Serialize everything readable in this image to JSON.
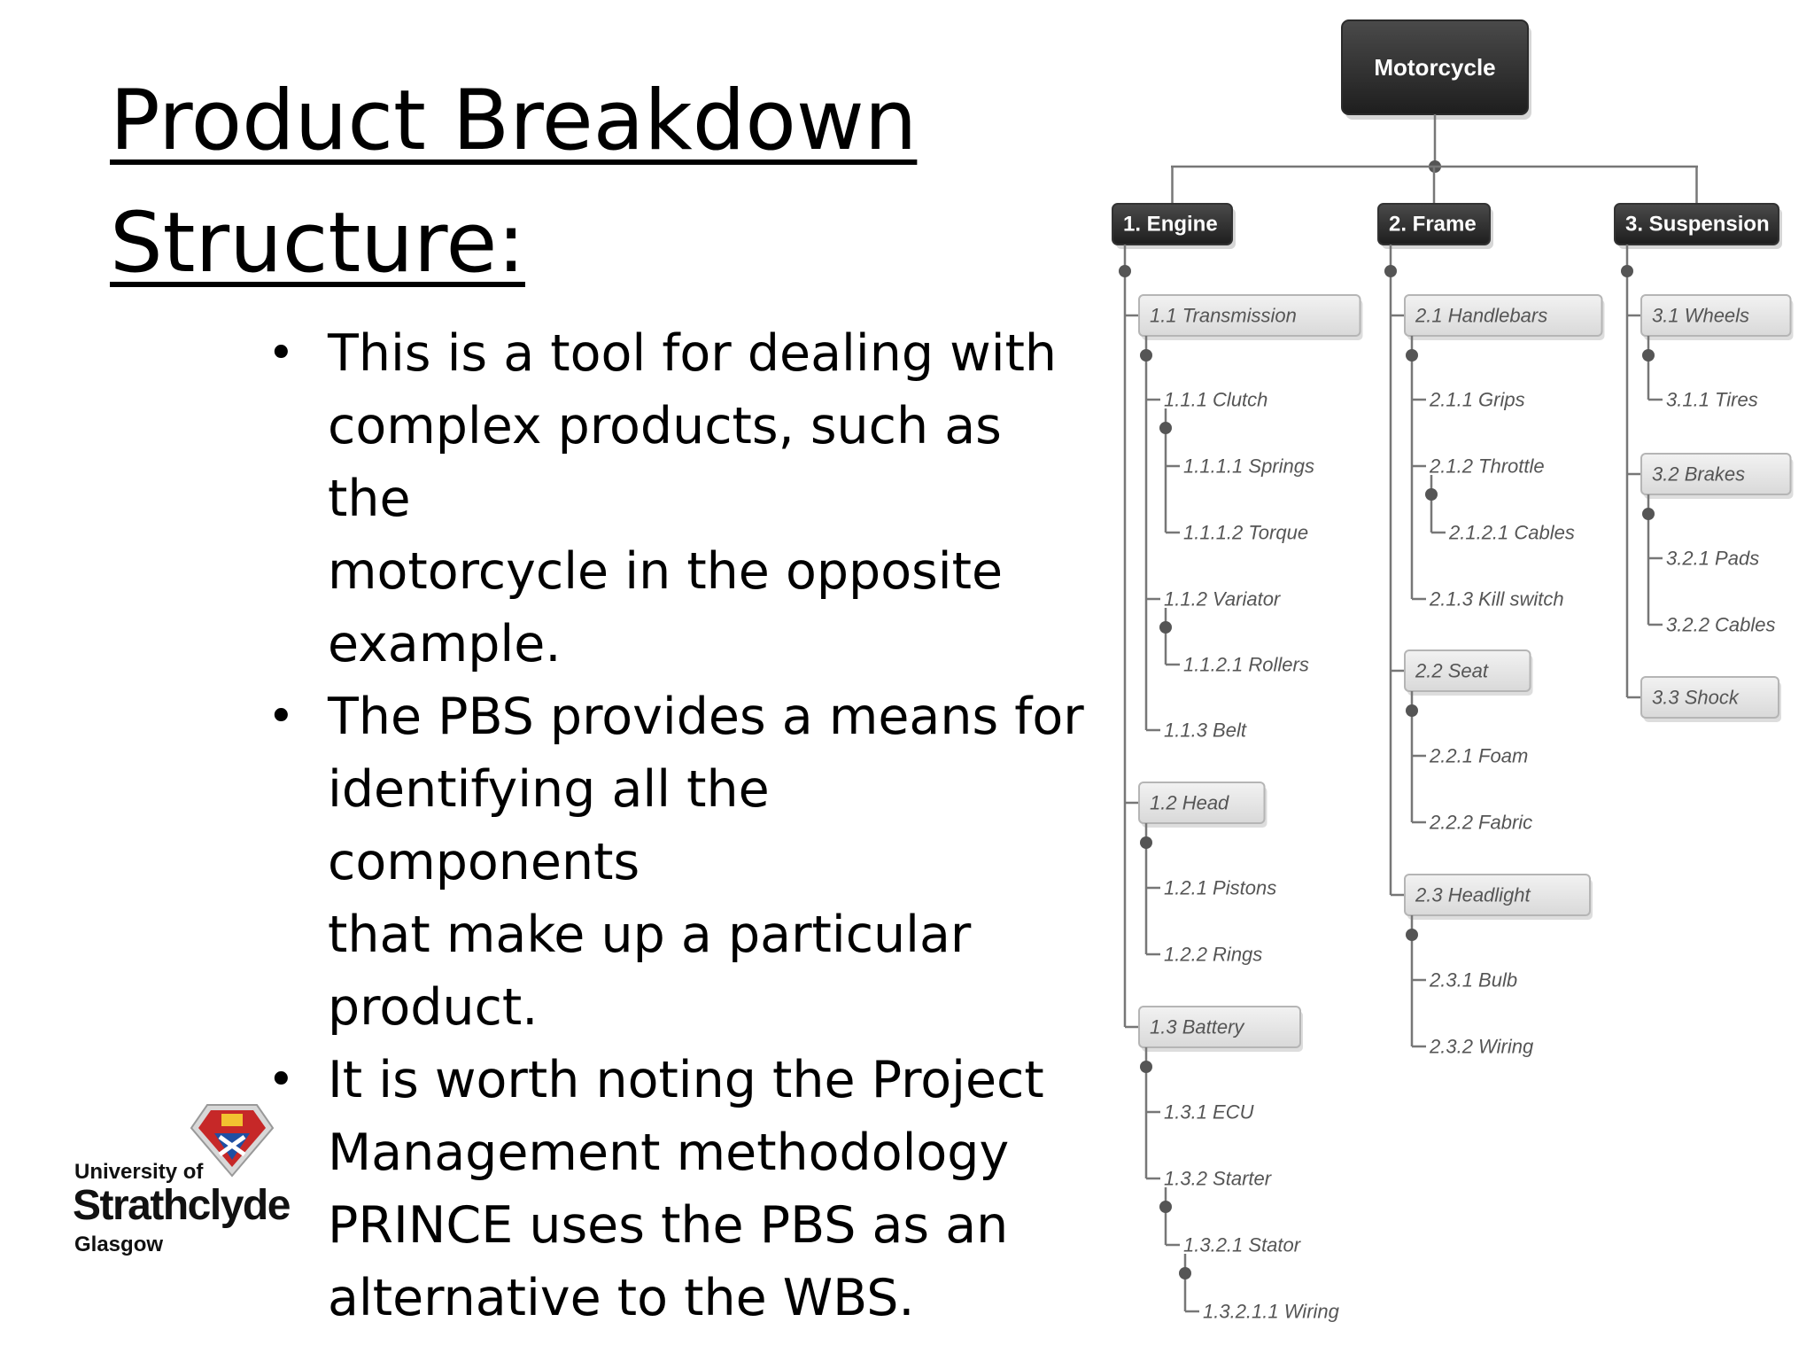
{
  "slide": {
    "title_line1": "Product Breakdown",
    "title_line2": "Structure:",
    "bullets": [
      {
        "lines": [
          "This is a tool for dealing with",
          "complex products, such as the",
          "motorcycle in the opposite",
          "example."
        ]
      },
      {
        "lines": [
          "The PBS provides a means for",
          "identifying all the components",
          "that make up a particular",
          "product."
        ]
      },
      {
        "lines": [
          "It is worth noting the Project",
          "Management methodology",
          "PRINCE uses the PBS as an",
          "alternative to the WBS."
        ]
      }
    ],
    "bullet_char": "•"
  },
  "logo": {
    "line1": "University of",
    "line2": "Strathclyde",
    "line3": "Glasgow"
  },
  "tree": {
    "root": "Motorcycle",
    "branches": [
      {
        "label": "1.  Engine",
        "children": [
          {
            "label": "1.1  Transmission",
            "type": "box",
            "children": [
              {
                "label": "1.1.1  Clutch",
                "children": [
                  {
                    "label": "1.1.1.1  Springs"
                  },
                  {
                    "label": "1.1.1.2  Torque"
                  }
                ]
              },
              {
                "label": "1.1.2  Variator",
                "children": [
                  {
                    "label": "1.1.2.1  Rollers"
                  }
                ]
              },
              {
                "label": "1.1.3  Belt"
              }
            ]
          },
          {
            "label": "1.2  Head",
            "type": "box",
            "children": [
              {
                "label": "1.2.1  Pistons"
              },
              {
                "label": "1.2.2  Rings"
              }
            ]
          },
          {
            "label": "1.3  Battery",
            "type": "box",
            "children": [
              {
                "label": "1.3.1  ECU"
              },
              {
                "label": "1.3.2  Starter",
                "children": [
                  {
                    "label": "1.3.2.1  Stator",
                    "children": [
                      {
                        "label": "1.3.2.1.1  Wiring"
                      }
                    ]
                  }
                ]
              }
            ]
          }
        ]
      },
      {
        "label": "2.  Frame",
        "children": [
          {
            "label": "2.1  Handlebars",
            "type": "box",
            "children": [
              {
                "label": "2.1.1  Grips"
              },
              {
                "label": "2.1.2  Throttle",
                "children": [
                  {
                    "label": "2.1.2.1  Cables"
                  }
                ]
              },
              {
                "label": "2.1.3  Kill switch"
              }
            ]
          },
          {
            "label": "2.2  Seat",
            "type": "box",
            "children": [
              {
                "label": "2.2.1  Foam"
              },
              {
                "label": "2.2.2  Fabric"
              }
            ]
          },
          {
            "label": "2.3  Headlight",
            "type": "box",
            "children": [
              {
                "label": "2.3.1  Bulb"
              },
              {
                "label": "2.3.2  Wiring"
              }
            ]
          }
        ]
      },
      {
        "label": "3.  Suspension",
        "children": [
          {
            "label": "3.1  Wheels",
            "type": "box",
            "children": [
              {
                "label": "3.1.1  Tires"
              }
            ]
          },
          {
            "label": "3.2  Brakes",
            "type": "box",
            "children": [
              {
                "label": "3.2.1  Pads"
              },
              {
                "label": "3.2.2  Cables"
              }
            ]
          },
          {
            "label": "3.3  Shock",
            "type": "box"
          }
        ]
      }
    ],
    "colors": {
      "root_fill": "#2b2b2b",
      "level1_fill": "#333333",
      "box_fill": "#e6e6e6",
      "line": "#777777",
      "dot": "#555555"
    }
  }
}
